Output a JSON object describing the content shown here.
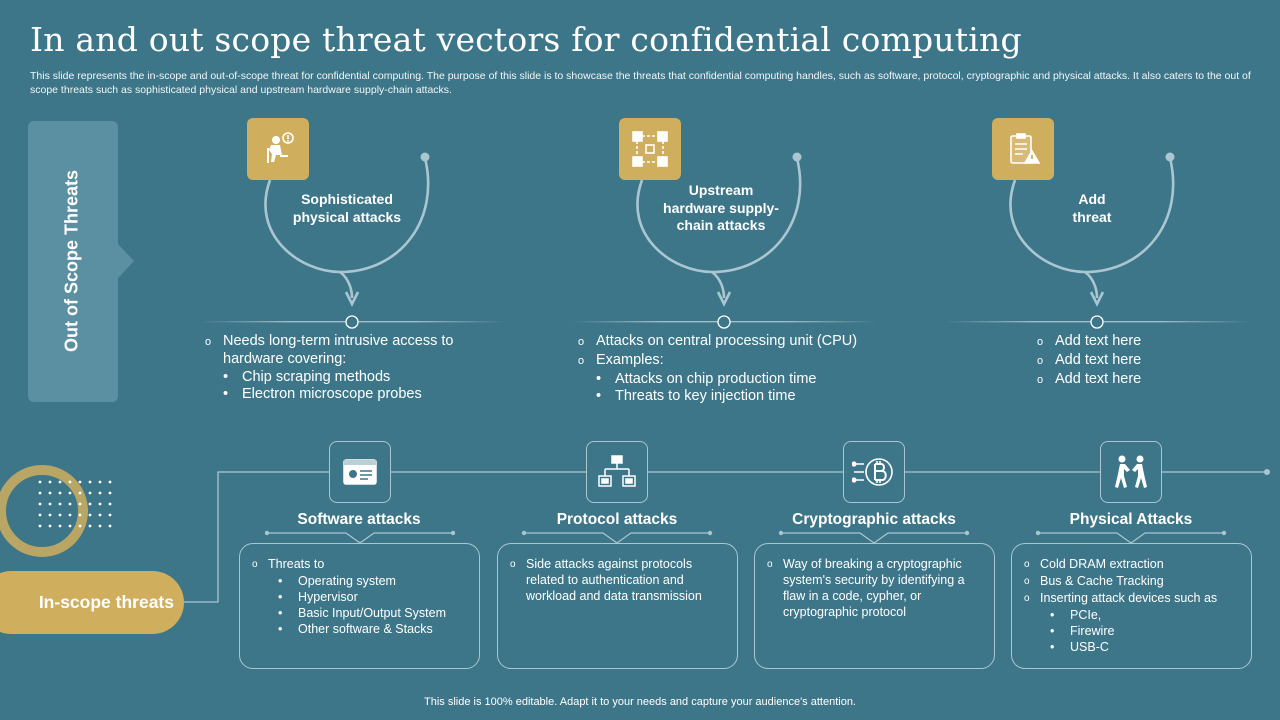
{
  "header": {
    "title": "In and out scope threat vectors for confidential computing",
    "description": "This slide represents the in-scope and out-of-scope threat for confidential computing. The purpose of this slide is to showcase the threats that confidential computing handles, such as software, protocol, cryptographic and physical attacks. It also caters to the out of scope threats such as sophisticated physical and upstream hardware supply-chain attacks."
  },
  "out_of_scope": {
    "label": "Out of Scope Threats",
    "vectors": [
      {
        "icon": "person-thinking-icon",
        "title_lines": [
          "Sophisticated",
          "physical attacks"
        ],
        "items": [
          {
            "text_lines": [
              "Needs long-term intrusive access to",
              "hardware covering:"
            ],
            "sub": [
              "Chip scraping methods",
              "Electron microscope probes"
            ]
          }
        ]
      },
      {
        "icon": "supply-chain-icon",
        "title_lines": [
          "Upstream",
          "hardware supply-",
          "chain attacks"
        ],
        "items": [
          {
            "text_lines": [
              "Attacks on central processing unit (CPU)"
            ],
            "sub": []
          },
          {
            "text_lines": [
              "Examples:"
            ],
            "sub": [
              "Attacks on chip production time",
              "Threats to key injection time"
            ]
          }
        ]
      },
      {
        "icon": "clipboard-warning-icon",
        "title_lines": [
          "Add",
          "threat"
        ],
        "items": [
          {
            "text_lines": [
              "Add text here"
            ],
            "sub": []
          },
          {
            "text_lines": [
              "Add text here"
            ],
            "sub": []
          },
          {
            "text_lines": [
              "Add text here"
            ],
            "sub": []
          }
        ]
      }
    ]
  },
  "in_scope": {
    "label": "In-scope threats",
    "threats": [
      {
        "icon": "browser-window-icon",
        "title": "Software attacks",
        "items": [
          {
            "text_lines": [
              "Threats to"
            ],
            "sub": [
              "Operating system",
              "Hypervisor",
              "Basic Input/Output System",
              "Other software & Stacks"
            ]
          }
        ]
      },
      {
        "icon": "network-protocol-icon",
        "title": "Protocol attacks",
        "items": [
          {
            "text_lines": [
              "Side attacks against protocols",
              "related to authentication and",
              "workload and data transmission"
            ],
            "sub": []
          }
        ]
      },
      {
        "icon": "crypto-bitcoin-icon",
        "title": "Cryptographic attacks",
        "items": [
          {
            "text_lines": [
              "Way of breaking a cryptographic",
              "system's security by identifying a",
              "flaw in a code, cypher, or",
              "cryptographic protocol"
            ],
            "sub": []
          }
        ]
      },
      {
        "icon": "people-fighting-icon",
        "title": "Physical Attacks",
        "items": [
          {
            "text_lines": [
              "Cold DRAM extraction"
            ],
            "sub": []
          },
          {
            "text_lines": [
              "Bus & Cache Tracking"
            ],
            "sub": []
          },
          {
            "text_lines": [
              "Inserting attack devices  such as"
            ],
            "sub": [
              "PCIe,",
              "Firewire",
              "USB-C"
            ]
          }
        ]
      }
    ]
  },
  "footer": {
    "note": "This slide is 100% editable. Adapt it to your needs and capture your audience's attention."
  },
  "colors": {
    "background": "#3e7689",
    "panel": "#5b90a3",
    "accent_gold": "#cfae5e",
    "line": "#a9c6d1"
  }
}
